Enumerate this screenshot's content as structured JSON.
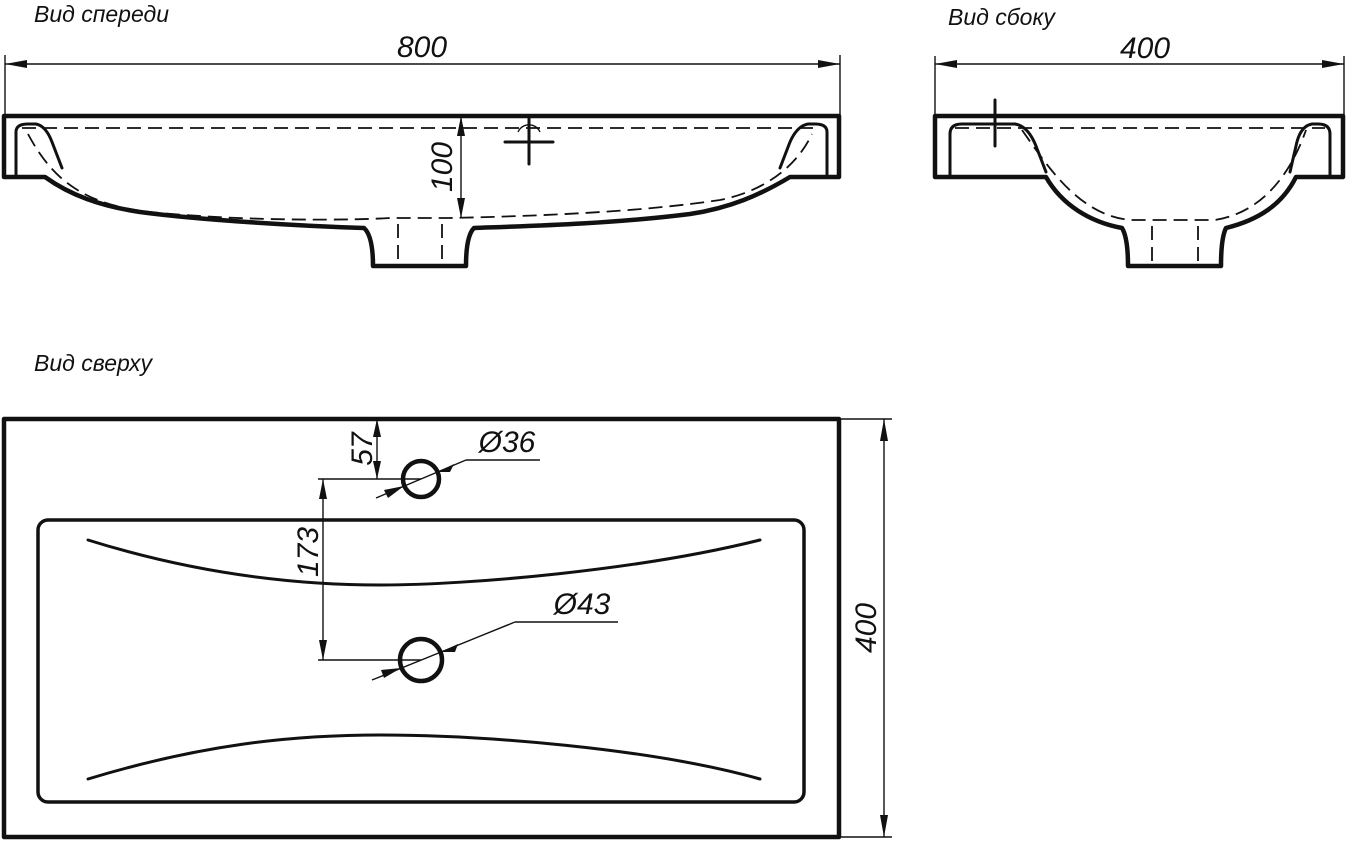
{
  "views": {
    "front": {
      "title": "Вид спереди",
      "width_label": "800",
      "depth_label": "100"
    },
    "side": {
      "title": "Вид сбоку",
      "width_label": "400"
    },
    "top": {
      "title": "Вид сверху",
      "height_label": "400",
      "faucet_offset_label": "57",
      "hole_spacing_label": "173",
      "faucet_hole_label": "Ø36",
      "drain_hole_label": "Ø43"
    }
  }
}
